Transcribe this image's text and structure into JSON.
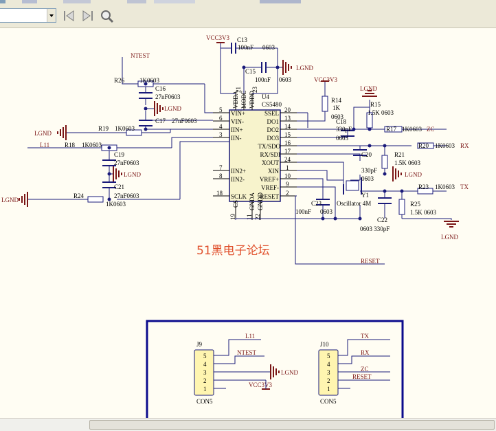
{
  "colors": {
    "wire": "#1a1a7a",
    "label": "#7a1515",
    "pin": "#000000",
    "panel": "#0b0b8c",
    "toolbar": "#ece9d8",
    "canvas": "#fffdf3",
    "watermark": "#e0502c"
  },
  "toolbar": {
    "icons": [
      "dropdown-combo",
      "previous-page-icon",
      "next-page-icon",
      "zoom-icon"
    ]
  },
  "chip": {
    "ref": "U4",
    "part": "CS5480",
    "left_pins": [
      {
        "num": "5",
        "name": "VIN+"
      },
      {
        "num": "6",
        "name": "VIN-"
      },
      {
        "num": "4",
        "name": "IIN+"
      },
      {
        "num": "3",
        "name": "IIN-"
      },
      {
        "num": "7",
        "name": "IIN2+"
      },
      {
        "num": "8",
        "name": "IIN2-"
      },
      {
        "num": "18",
        "name": "SCLK"
      }
    ],
    "right_pins": [
      {
        "num": "20",
        "name": "SSEL"
      },
      {
        "num": "13",
        "name": "DO1"
      },
      {
        "num": "14",
        "name": "DO2"
      },
      {
        "num": "15",
        "name": "DO3"
      },
      {
        "num": "16",
        "name": "TX/SDO"
      },
      {
        "num": "17",
        "name": "RX/SDI"
      },
      {
        "num": "24",
        "name": "XOUT"
      },
      {
        "num": "1",
        "name": "XIN"
      },
      {
        "num": "10",
        "name": "VREF+"
      },
      {
        "num": "9",
        "name": "VREF-"
      },
      {
        "num": "2",
        "name": "RESET"
      }
    ],
    "top_pins": [
      {
        "num": "21",
        "name": "VDDA"
      },
      {
        "num": "",
        "name": "MODE"
      },
      {
        "num": "23",
        "name": "VDDD"
      }
    ],
    "bottom_pins": [
      {
        "num": "19",
        "name": "CS"
      },
      {
        "num": "11",
        "name": "GNDA"
      },
      {
        "num": "22",
        "name": "GNDD"
      }
    ]
  },
  "power": {
    "vcc_left": "VCC3V3",
    "vcc_mid": "VCC3V3",
    "vcc_bottom": "VCC3V3",
    "lgnd": "LGND",
    "ntest": "NTEST",
    "l11": "L11",
    "reset_net": "RESET"
  },
  "components": {
    "c13": "C13",
    "c13_val": "100nF",
    "c13_pkg": "0603",
    "c15": "C15",
    "c15_val": "100nF",
    "c15_pkg": "0603",
    "r26": "R26",
    "r26_val": "1K0603",
    "c16": "C16",
    "c16_val": "27nF0603",
    "c17": "C17",
    "c17_val": "27nF0603",
    "r19": "R19",
    "r19_val": "1K0603",
    "r18": "R18",
    "r18_val": "1K0603",
    "c19": "C19",
    "c19_val": "27nF0603",
    "c21": "C21",
    "c21_val": "27nF0603",
    "r24": "R24",
    "r24_val": "1K0603",
    "r14": "R14",
    "r14_val": "1K",
    "r14_pkg": "0603",
    "r15": "R15",
    "r15_val": "1.5K 0603",
    "c18": "C18",
    "c18_val": "330pF",
    "c18_pkg": "0603",
    "r17": "R17",
    "r17_val": "1K0603",
    "zc": "ZC",
    "r20": "R20",
    "r20_val": "1K0603",
    "rx": "RX",
    "r21": "R21",
    "r21_val": "1.5K 0603",
    "c20": "C20",
    "c20_val": "330pF",
    "c20_pkg": "0603",
    "r23": "R23",
    "r23_val": "1K0603",
    "tx": "TX",
    "y1": "Y1",
    "y1_val": "Oscillator 4M",
    "c23": "C23",
    "c23_val": "100nF",
    "c23_pkg": "0603",
    "c22": "C22",
    "c22_val": "0603 330pF",
    "r25": "R25",
    "r25_val": "1.5K 0603"
  },
  "watermark": "51黑电子论坛",
  "connectors": {
    "j9": {
      "ref": "J9",
      "part": "CON5",
      "pins": [
        "5",
        "4",
        "3",
        "2",
        "1"
      ],
      "nets": {
        "l11": "L11",
        "ntest": "NTEST",
        "lgnd": "LGND",
        "vcc": "VCC3V3"
      }
    },
    "j10": {
      "ref": "J10",
      "part": "CON5",
      "pins": [
        "5",
        "4",
        "3",
        "2",
        "1"
      ],
      "nets": {
        "tx": "TX",
        "rx": "RX",
        "zc": "ZC",
        "reset": "RESET"
      }
    }
  }
}
